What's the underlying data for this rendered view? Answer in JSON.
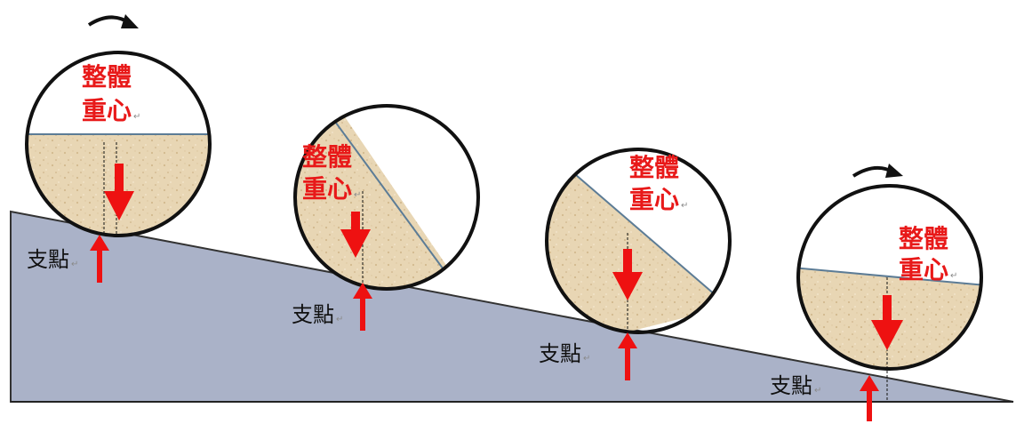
{
  "diagram": {
    "colors": {
      "slope_fill": "#aab2c8",
      "slope_stroke": "#333333",
      "sand": "#e8d6b4",
      "arrow_red": "#ee1111",
      "outline": "#111111",
      "surface_line": "#5c7c96"
    },
    "wheels": [
      {
        "center_label_line1": "整體",
        "center_label_line2": "重心",
        "pivot_label": "支點",
        "rotation_arrow": "clockwise"
      },
      {
        "center_label_line1": "整體",
        "center_label_line2": "重心",
        "pivot_label": "支點"
      },
      {
        "center_label_line1": "整體",
        "center_label_line2": "重心",
        "pivot_label": "支點"
      },
      {
        "center_label_line1": "整體",
        "center_label_line2": "重心",
        "pivot_label": "支點",
        "rotation_arrow": "clockwise"
      }
    ],
    "paragraph_mark": "↵"
  }
}
